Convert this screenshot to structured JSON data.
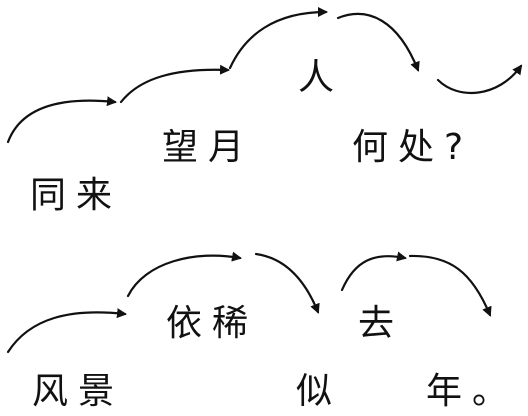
{
  "poem": {
    "line1": {
      "word1": "同来",
      "word2": "望月",
      "word3": "人",
      "word4": "何处?"
    },
    "line2": {
      "word1": "风景",
      "word2": "依稀",
      "word3": "似",
      "word4": "去",
      "word5": "年。"
    }
  },
  "colors": {
    "text": "#111111",
    "arrow": "#111111",
    "background": "#ffffff"
  },
  "icons": {
    "arrow": "curved-arrow-icon"
  }
}
